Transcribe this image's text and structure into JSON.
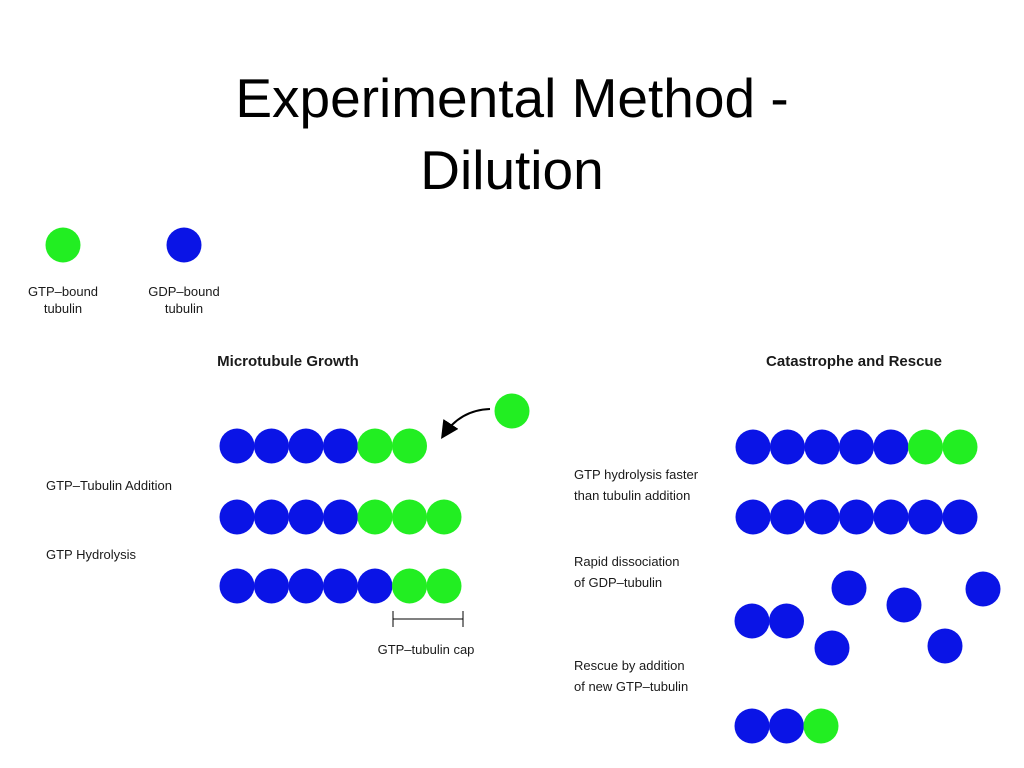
{
  "title": {
    "line1": "Experimental Method -",
    "line2": "Dilution"
  },
  "colors": {
    "gtp": "#22ee22",
    "gdp": "#0a14e6",
    "text": "#1a1a1a"
  },
  "legend": {
    "gtp_line1": "GTP–bound",
    "gtp_line2": "tubulin",
    "gdp_line1": "GDP–bound",
    "gdp_line2": "tubulin"
  },
  "growth": {
    "header": "Microtubule Growth",
    "label_addition": "GTP–Tubulin Addition",
    "label_hydrolysis": "GTP Hydrolysis",
    "cap_label": "GTP–tubulin cap",
    "rows": [
      [
        "gdp",
        "gdp",
        "gdp",
        "gdp",
        "gtp",
        "gtp"
      ],
      [
        "gdp",
        "gdp",
        "gdp",
        "gdp",
        "gtp",
        "gtp",
        "gtp"
      ],
      [
        "gdp",
        "gdp",
        "gdp",
        "gdp",
        "gdp",
        "gtp",
        "gtp"
      ]
    ],
    "incoming": "gtp"
  },
  "catastrophe": {
    "header": "Catastrophe and Rescue",
    "label1_line1": "GTP hydrolysis faster",
    "label1_line2": "than tubulin addition",
    "label2_line1": "Rapid dissociation",
    "label2_line2": "of GDP–tubulin",
    "label3_line1": "Rescue by addition",
    "label3_line2": "of new GTP–tubulin",
    "row1": [
      "gdp",
      "gdp",
      "gdp",
      "gdp",
      "gdp",
      "gtp",
      "gtp"
    ],
    "row2": [
      "gdp",
      "gdp",
      "gdp",
      "gdp",
      "gdp",
      "gdp",
      "gdp"
    ],
    "stub": [
      "gdp",
      "gdp"
    ],
    "free_dimers": [
      "gdp",
      "gdp",
      "gdp",
      "gdp",
      "gdp"
    ],
    "rescue": [
      "gdp",
      "gdp",
      "gtp"
    ]
  }
}
